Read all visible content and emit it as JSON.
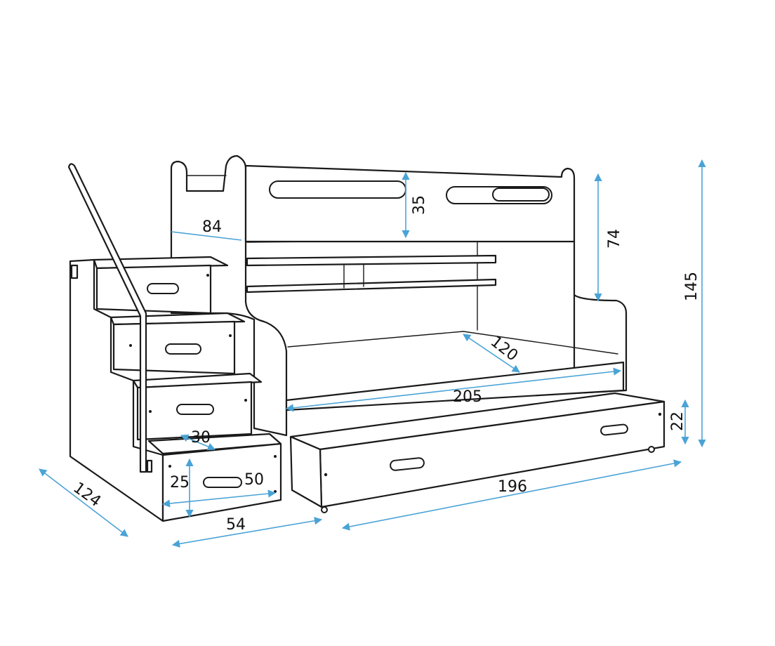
{
  "colors": {
    "dimension_line": "#4aa3d6",
    "outline": "#1a1a1a",
    "background": "#ffffff"
  },
  "dimensions": {
    "depth_stairs": "124",
    "width_stairs": "54",
    "length_drawer": "196",
    "total_height": "145",
    "drawer_height": "22",
    "guard_height": "74",
    "cutout_height": "35",
    "upper_width": "84",
    "lower_width": "120",
    "lower_length": "205",
    "step_depth": "30",
    "step_height": "25",
    "step_width": "50"
  }
}
